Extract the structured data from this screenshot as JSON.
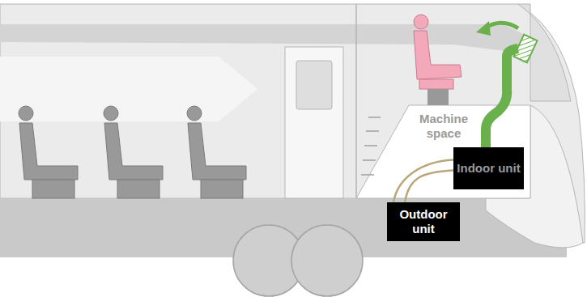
{
  "diagram": {
    "nodes": [
      {
        "text": [
          "Machine space"
        ]
      },
      {
        "text": [
          "Indoor unit"
        ],
        "in": 0
      },
      {
        "text": [
          "Outdoor unit"
        ]
      }
    ],
    "edges": [
      {
        "from": 1,
        "to": 2,
        "arrow": "none"
      }
    ]
  }
}
